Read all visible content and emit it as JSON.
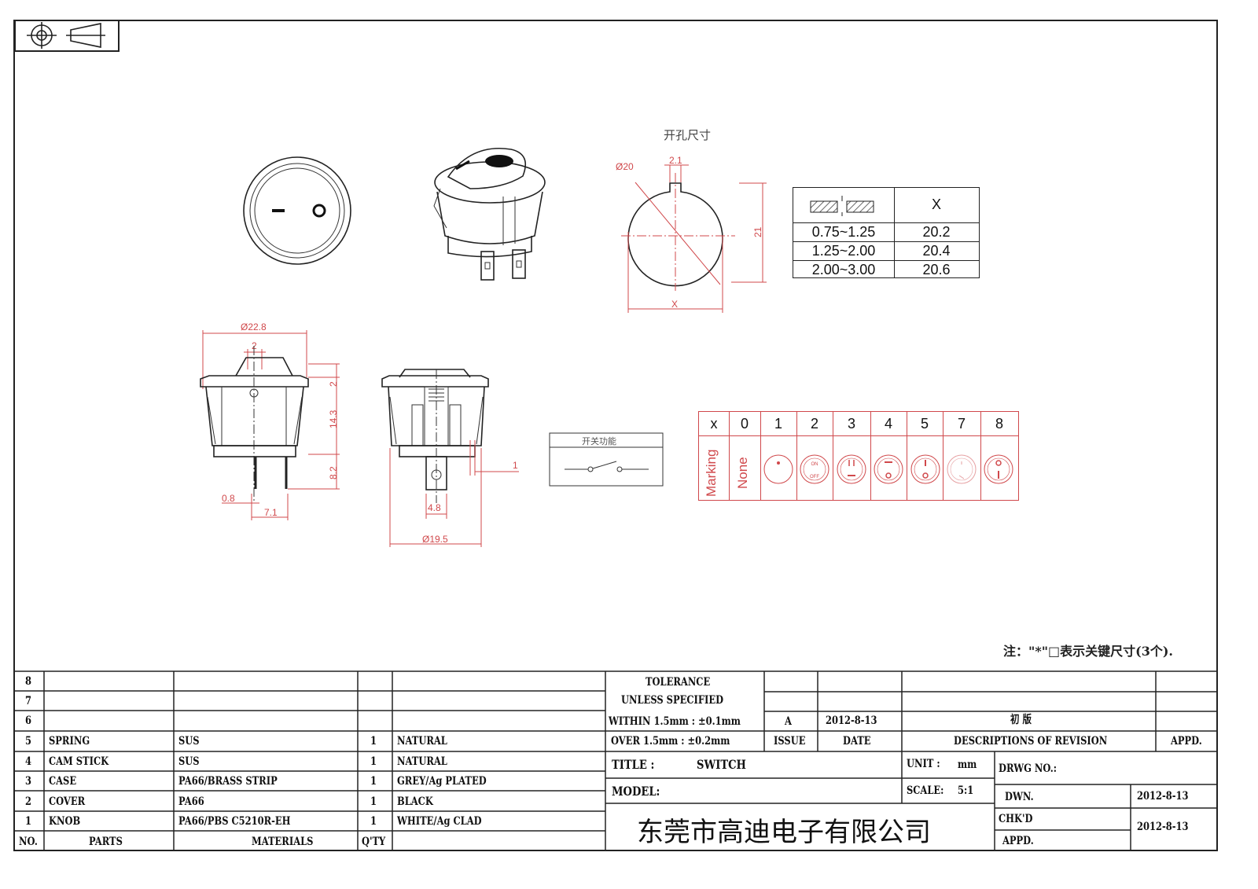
{
  "drawing": {
    "cutout_label": "开孔尺寸",
    "dim_hole_dia": "Ø20",
    "dim_key_width": "2.1",
    "dim_height_21": "21",
    "dim_x": "X",
    "dim_side_dia": "Ø22.8",
    "dim_side_2a": "2",
    "dim_side_2b": "2",
    "dim_side_143": "14.3",
    "dim_side_82": "8.2",
    "dim_side_08": "0.8",
    "dim_side_71": "7.1",
    "dim_front_1": "1",
    "dim_front_48": "4.8",
    "dim_front_dia": "Ø19.5",
    "switch_function_label": "开关功能",
    "note": "注：\"*\"□表示关键尺寸(3个)."
  },
  "thickness_table": {
    "header_x": "X",
    "rows": [
      {
        "range": "0.75~1.25",
        "x": "20.2"
      },
      {
        "range": "1.25~2.00",
        "x": "20.4"
      },
      {
        "range": "2.00~3.00",
        "x": "20.6"
      }
    ]
  },
  "marking_table": {
    "headers": [
      "x",
      "0",
      "1",
      "2",
      "3",
      "4",
      "5",
      "7",
      "8"
    ],
    "row_label": "Marking",
    "none_label": "None",
    "icon2_on": "ON",
    "icon2_off": "OFF"
  },
  "bom": {
    "rows": [
      {
        "no": "8",
        "part": "",
        "material": "",
        "qty": "",
        "finish": ""
      },
      {
        "no": "7",
        "part": "",
        "material": "",
        "qty": "",
        "finish": ""
      },
      {
        "no": "6",
        "part": "",
        "material": "",
        "qty": "",
        "finish": ""
      },
      {
        "no": "5",
        "part": "SPRING",
        "material": "SUS",
        "qty": "1",
        "finish": "NATURAL"
      },
      {
        "no": "4",
        "part": "CAM STICK",
        "material": "SUS",
        "qty": "1",
        "finish": "NATURAL"
      },
      {
        "no": "3",
        "part": "CASE",
        "material": "PA66/BRASS STRIP",
        "qty": "1",
        "finish": "GREY/Ag PLATED"
      },
      {
        "no": "2",
        "part": "COVER",
        "material": "PA66",
        "qty": "1",
        "finish": "BLACK"
      },
      {
        "no": "1",
        "part": "KNOB",
        "material": "PA66/PBS C5210R-EH",
        "qty": "1",
        "finish": "WHITE/Ag CLAD"
      }
    ],
    "header_no": "NO.",
    "header_parts": "PARTS",
    "header_materials": "MATERIALS",
    "header_qty": "Q'TY"
  },
  "title_block": {
    "tol1": "TOLERANCE",
    "tol2": "UNLESS  SPECIFIED",
    "tol3": "WITHIN 1.5mm : ±0.1mm",
    "tol4": "OVER 1.5mm : ±0.2mm",
    "issue_value": "A",
    "date_value": "2012-8-13",
    "revision_value": "初  版",
    "issue_label": "ISSUE",
    "date_label": "DATE",
    "desc_label": "DESCRIPTIONS OF REVISION",
    "appd_label": "APPD.",
    "title_label": "TITLE :",
    "title_value": "SWITCH",
    "unit_label": "UNIT :",
    "unit_value": "mm",
    "drwg_label": "DRWG NO.:",
    "model_label": "MODEL:",
    "scale_label": "SCALE:",
    "scale_value": "5:1",
    "dwn_label": "DWN.",
    "dwn_date": "2012-8-13",
    "chkd_label": "CHK'D",
    "chkd_date": "2012-8-13",
    "appd2_label": "APPD.",
    "company": "东莞市高迪电子有限公司"
  }
}
